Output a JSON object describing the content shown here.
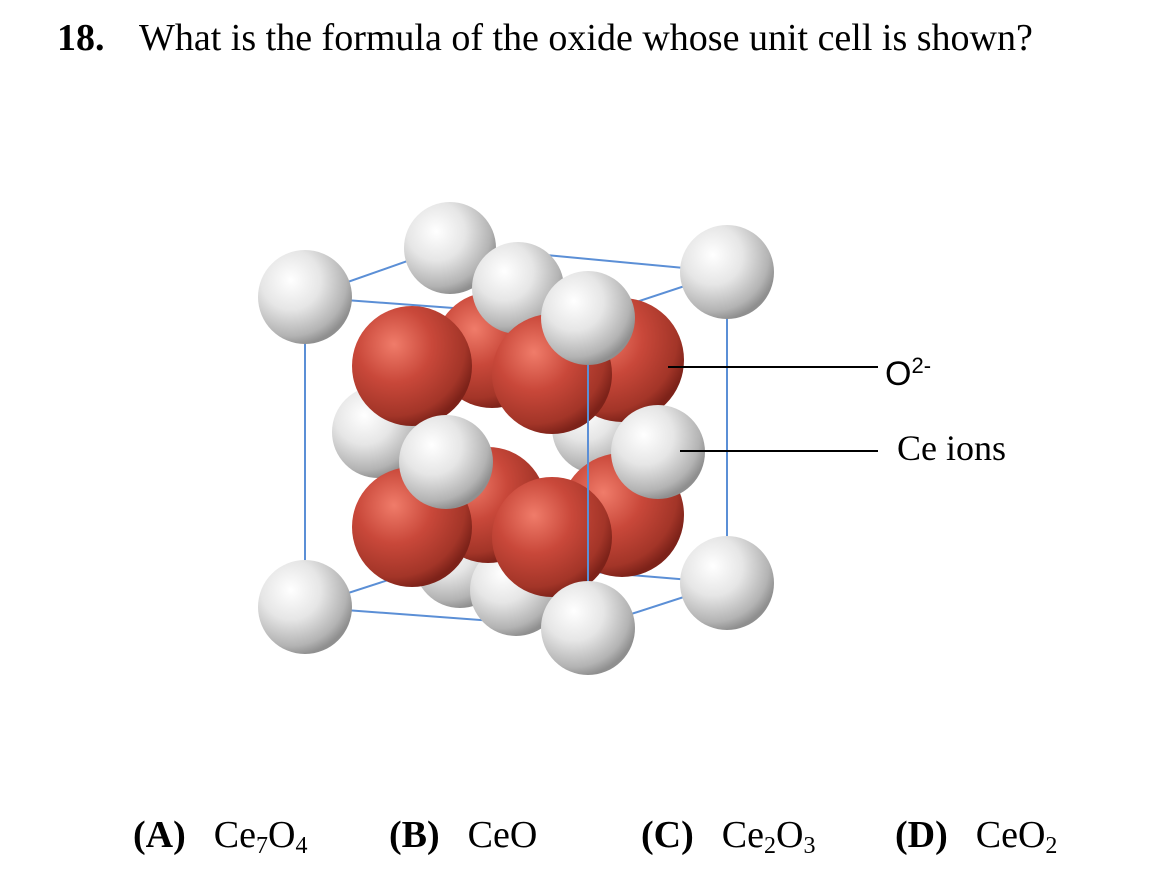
{
  "question": {
    "number": "18.",
    "text": "What is the formula of the oxide whose unit cell is shown?"
  },
  "figure": {
    "labels": {
      "oxide_ion_base": "O",
      "oxide_ion_charge": "2-",
      "cerium_ion": "Ce ions"
    },
    "colors": {
      "oxide": "#c24a3a",
      "cerium": "#e4e4e4",
      "cell_edges": "#5b8fd6"
    }
  },
  "choices": [
    {
      "letter": "(A)",
      "parts": [
        "Ce",
        "7",
        "O",
        "4"
      ]
    },
    {
      "letter": "(B)",
      "parts": [
        "CeO"
      ]
    },
    {
      "letter": "(C)",
      "parts": [
        "Ce",
        "2",
        "O",
        "3"
      ]
    },
    {
      "letter": "(D)",
      "parts": [
        "CeO",
        "2"
      ]
    }
  ]
}
